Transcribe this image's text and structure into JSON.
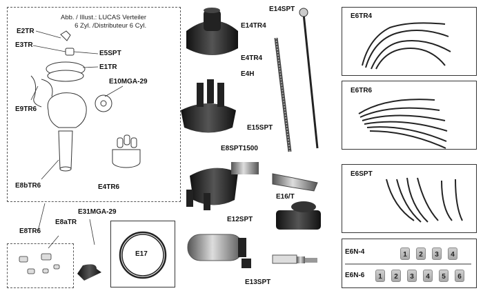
{
  "note": {
    "line1": "Abb. / Illust.: LUCAS Verteiler",
    "line2": "6 Zyl. /Distributeur 6 Cyl."
  },
  "labels": {
    "e2tr": "E2TR",
    "e3tr": "E3TR",
    "e5spt": "E5SPT",
    "e1tr": "E1TR",
    "e10mga29": "E10MGA-29",
    "e9tr6": "E9TR6",
    "e8btr6": "E8bTR6",
    "e4tr6": "E4TR6",
    "e8tr6": "E8TR6",
    "e8atr": "E8aTR",
    "e31mga29": "E31MGA-29",
    "e17": "E17",
    "e4tr4": "E4TR4",
    "e4h": "E4H",
    "e8spt1500": "E8SPT1500",
    "e12spt": "E12SPT",
    "e14spt": "E14SPT",
    "e14tr4": "E14TR4",
    "e15spt": "E15SPT",
    "e16t": "E16/T",
    "e13spt": "E13SPT",
    "e6tr4": "E6TR4",
    "e6tr6": "E6TR6",
    "e6spt": "E6SPT",
    "e6n4": "E6N-4",
    "e6n6": "E6N-6"
  },
  "markers_4": [
    "1",
    "2",
    "3",
    "4"
  ],
  "markers_6": [
    "1",
    "2",
    "3",
    "4",
    "5",
    "6"
  ]
}
